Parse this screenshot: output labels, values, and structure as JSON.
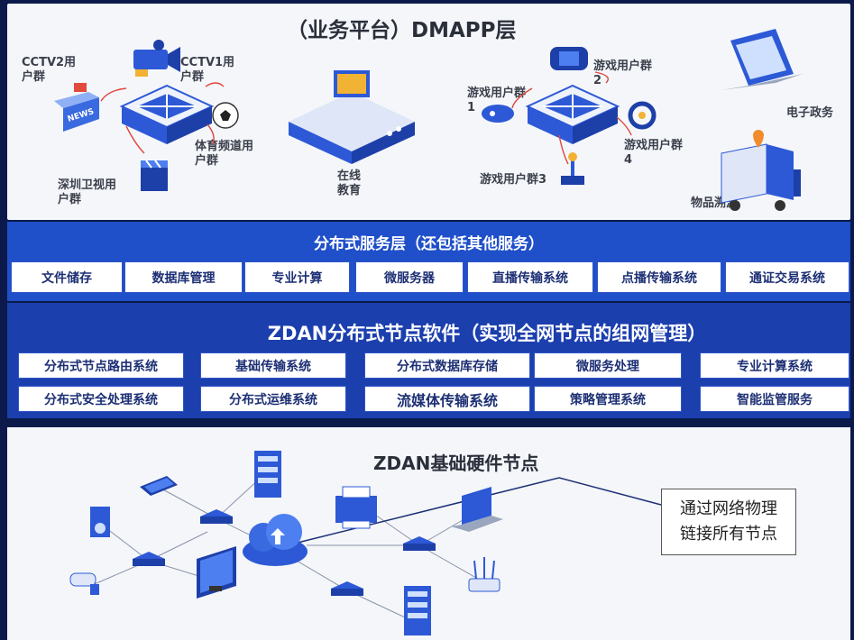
{
  "app": {
    "title": "（业务平台）DMAPP层",
    "groups": {
      "cctv2": "CCTV2用户群",
      "cctv1": "CCTV1用户群",
      "sport": "体育频道用户群",
      "shenzhen": "深圳卫视用户群",
      "online_edu": "在线教育",
      "game1": "游戏用户群1",
      "game2": "游戏用户群2",
      "game3": "游戏用户群3",
      "game4": "游戏用户群4",
      "egov": "电子政务",
      "trace": "物品溯源"
    }
  },
  "service_layer": {
    "title": "分布式服务层（还包括其他服务）",
    "items": [
      "文件储存",
      "数据库管理",
      "专业计算",
      "微服务器",
      "直播传输系统",
      "点播传输系统",
      "通证交易系统"
    ]
  },
  "software_layer": {
    "title": "ZDAN分布式节点软件（实现全网节点的组网管理）",
    "row1": [
      "分布式节点路由系统",
      "基础传输系统",
      "分布式数据库存储",
      "微服务处理",
      "专业计算系统"
    ],
    "row2": [
      "分布式安全处理系统",
      "分布式运维系统",
      "流媒体传输系统",
      "策略管理系统",
      "智能监管服务"
    ]
  },
  "hardware_layer": {
    "title": "ZDAN基础硬件节点",
    "callout_line1": "通过网络物理",
    "callout_line2": "链接所有节点"
  },
  "icon_text": {
    "news": "NEWS"
  },
  "colors": {
    "background": "#0b1a4a",
    "service_band": "#1f4fc9",
    "software_band": "#1c3fae",
    "accent": "#2f55c6"
  }
}
